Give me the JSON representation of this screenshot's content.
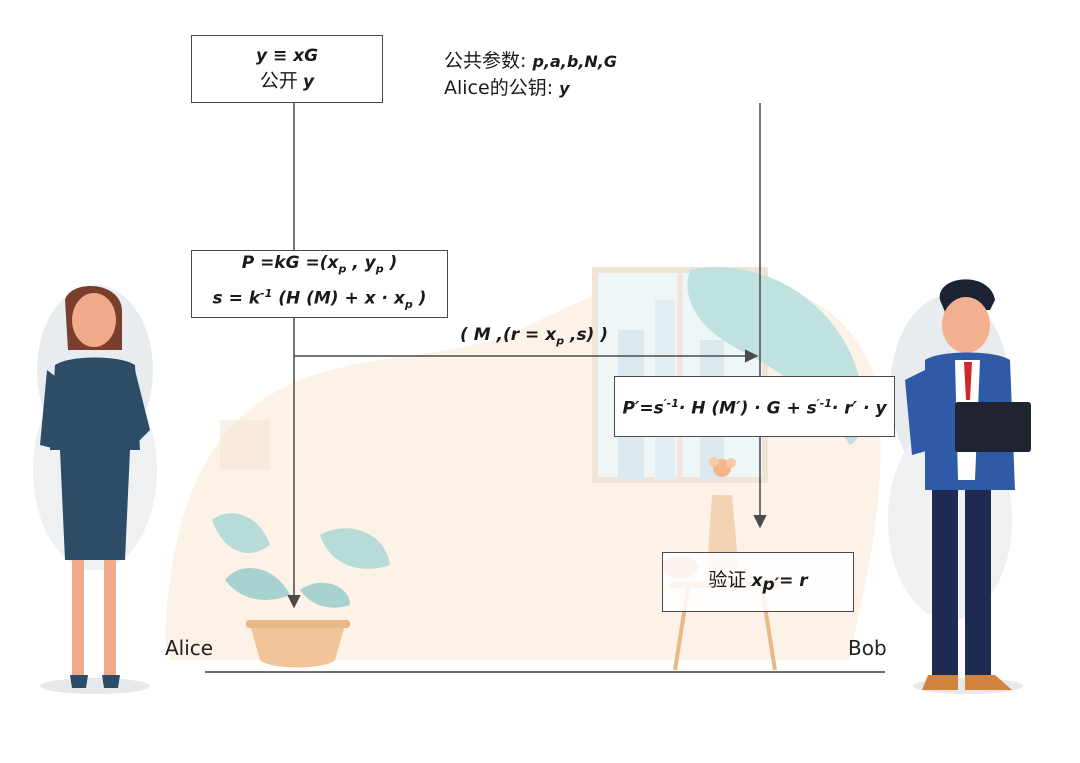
{
  "top_box": {
    "line1": "y ≡ xG",
    "line2_cn": "公开",
    "line2_var": "y"
  },
  "public_params": {
    "line1_cn": "公共参数:",
    "line1_vals": "p,a,b,N,G",
    "line2_cn": "Alice的公钥:",
    "line2_vals": "y"
  },
  "sign_box": {
    "line1": {
      "lhs": "P =kG =(x",
      "s1": "p",
      "mid": " , y",
      "s2": "p",
      "end": " )"
    },
    "line2": {
      "lhs": "s = k",
      "sup": "-1",
      "mid": " (H (M)  + x · x",
      "sub": "p",
      "end": " )"
    }
  },
  "message": {
    "a": "( M ,(r = x",
    "sub": "p",
    "b": " ,s) )"
  },
  "verify_box": {
    "p": "P′=s",
    "sup1": "′-1",
    "mid": "·  H (M′) · G + s",
    "sup2": "′-1",
    "end": "· r′ · y"
  },
  "verify_result": {
    "cn": "验证",
    "var": "x",
    "sub": "p′",
    "end": "= r"
  },
  "actors": {
    "alice": "Alice",
    "bob": "Bob"
  },
  "colors": {
    "box_border": "#4a4a4a",
    "line": "#4a4a4a",
    "bg_blob": "#fdf1e6",
    "teal": "#a9d8d4"
  }
}
